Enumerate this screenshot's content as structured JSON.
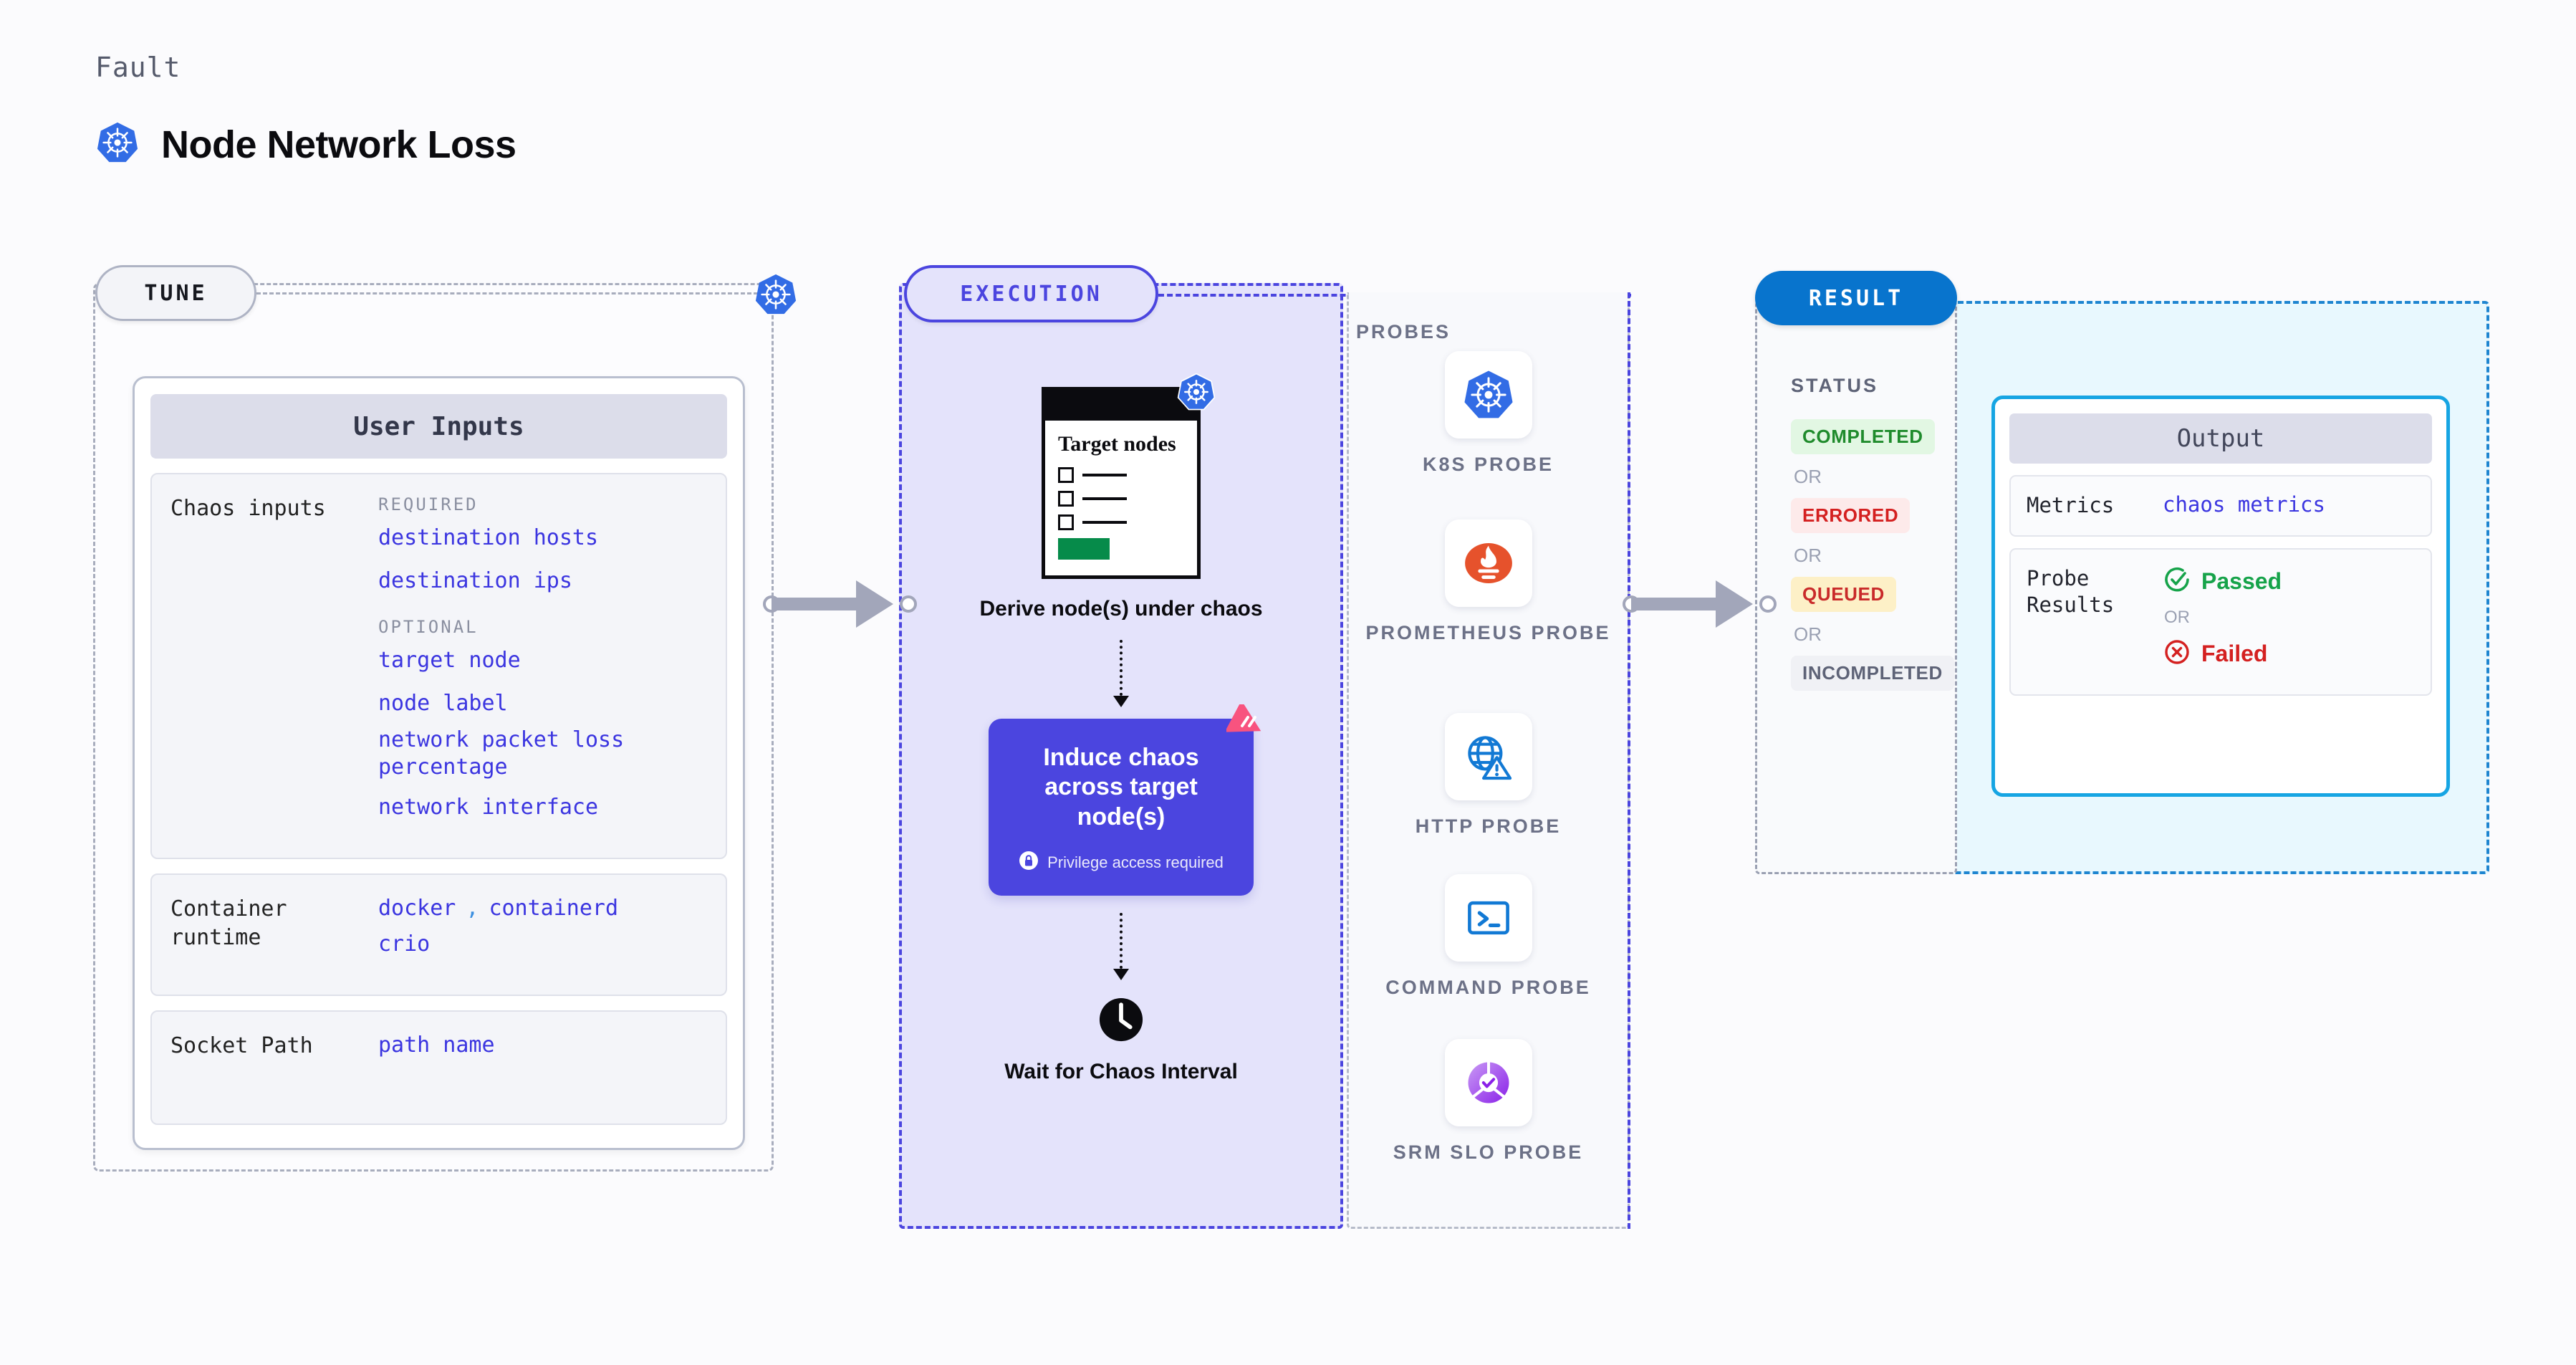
{
  "header": {
    "eyebrow": "Fault",
    "title": "Node Network Loss",
    "icon": "kubernetes-icon"
  },
  "tune": {
    "badge": "TUNE",
    "border_icon": "kubernetes-icon",
    "card_title": "User Inputs",
    "blocks": [
      {
        "label": "Chaos inputs",
        "groups": [
          {
            "heading": "REQUIRED",
            "fields": [
              "destination hosts",
              "destination ips"
            ]
          },
          {
            "heading": "OPTIONAL",
            "fields": [
              "target node",
              "node label",
              "network packet loss percentage",
              "network interface"
            ]
          }
        ]
      },
      {
        "label": "Container runtime",
        "values": [
          "docker",
          "containerd",
          "crio"
        ],
        "separator": ","
      },
      {
        "label": "Socket Path",
        "values": [
          "path name"
        ]
      }
    ]
  },
  "execution": {
    "badge": "EXECUTION",
    "flow": {
      "step1": {
        "card_title": "Target nodes",
        "card_icon": "kubernetes-icon",
        "caption": "Derive node(s) under chaos"
      },
      "step2": {
        "text": "Induce chaos across target node(s)",
        "note": "Privilege access required",
        "note_icon": "lock-icon",
        "corner_icon": "litmus-chaos-logo",
        "color": "#4B45DF"
      },
      "step3": {
        "icon": "clock-icon",
        "caption": "Wait for Chaos Interval"
      }
    },
    "probes": {
      "title": "PROBES",
      "items": [
        {
          "label": "K8S PROBE",
          "icon": "kubernetes-icon"
        },
        {
          "label": "PROMETHEUS PROBE",
          "icon": "prometheus-icon"
        },
        {
          "label": "HTTP PROBE",
          "icon": "globe-warning-icon"
        },
        {
          "label": "COMMAND PROBE",
          "icon": "terminal-icon"
        },
        {
          "label": "SRM SLO PROBE",
          "icon": "slo-check-icon"
        }
      ]
    }
  },
  "result": {
    "badge": "RESULT",
    "status_title": "STATUS",
    "or_text": "OR",
    "statuses": [
      {
        "label": "COMPLETED",
        "color": "#1f8b2c",
        "bg": "#e2f7e3"
      },
      {
        "label": "ERRORED",
        "color": "#d42020",
        "bg": "#fdeaea"
      },
      {
        "label": "QUEUED",
        "color": "#c92a2a",
        "bg": "#fdf0c7"
      },
      {
        "label": "INCOMPLETED",
        "color": "#5e6377",
        "bg": "#f0f1f5"
      }
    ],
    "output": {
      "title": "Output",
      "metrics_label": "Metrics",
      "metrics_value": "chaos metrics",
      "probe_results_label": "Probe Results",
      "passed": "Passed",
      "failed": "Failed",
      "or_text": "OR",
      "passed_icon": "check-circle-icon",
      "failed_icon": "x-circle-icon",
      "accent": "#16A5E3"
    }
  }
}
